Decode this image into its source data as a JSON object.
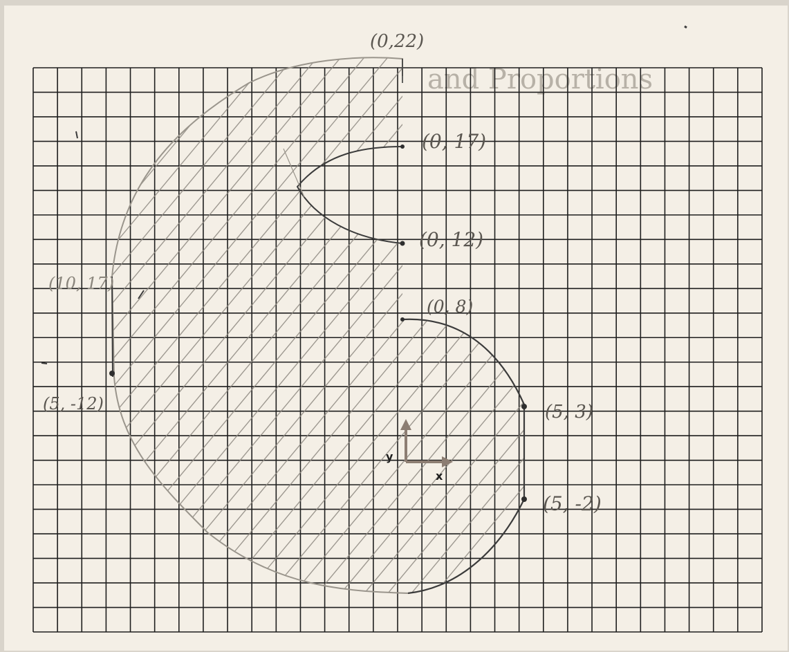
{
  "labels": {
    "p_0_22": "(0,22)",
    "p_0_17": "(0, 17)",
    "p_0_12": "(0, 12)",
    "p_0_8": "(0, 8)",
    "p_10_17": "(10, 17)",
    "p_5_m12": "(5, -12)",
    "p_5_3": "(5, 3)",
    "p_5_m2": "(5, -2)"
  },
  "axes": {
    "x": "x",
    "y": "y"
  },
  "background_text": {
    "heading": "and Proportions"
  },
  "colors": {
    "paper": "#f4efe6",
    "grid": "#1e1e1e",
    "pencil": "#9a958c",
    "pen": "#3b3b3b",
    "axis_arrows": "#8c7d72",
    "hatch": "#8f8a82"
  }
}
